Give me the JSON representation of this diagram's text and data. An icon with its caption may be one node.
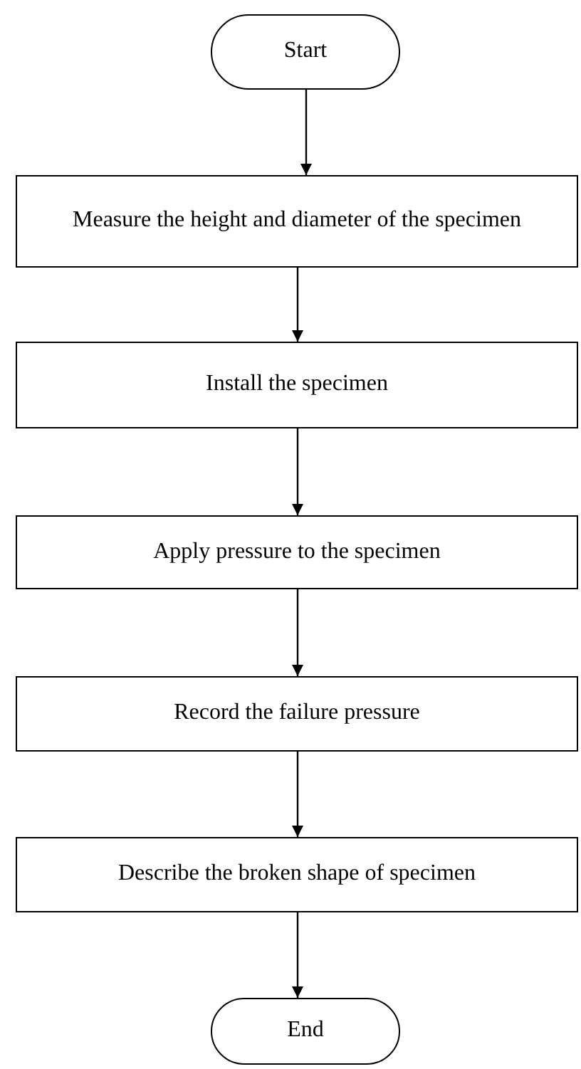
{
  "diagram": {
    "nodes": [
      {
        "text": [
          "Start"
        ]
      },
      {
        "text": [
          "Measure the height and diameter of the specimen"
        ]
      },
      {
        "text": [
          "Install the specimen"
        ]
      },
      {
        "text": [
          "Apply pressure to the specimen"
        ]
      },
      {
        "text": [
          "Record the failure pressure"
        ]
      },
      {
        "text": [
          "Describe the broken shape of specimen"
        ]
      },
      {
        "text": [
          "End"
        ]
      }
    ],
    "edges": [
      {
        "from": 0,
        "to": 1,
        "arrow": "to"
      },
      {
        "from": 1,
        "to": 2,
        "arrow": "to"
      },
      {
        "from": 2,
        "to": 3,
        "arrow": "to"
      },
      {
        "from": 3,
        "to": 4,
        "arrow": "to"
      },
      {
        "from": 4,
        "to": 5,
        "arrow": "to"
      },
      {
        "from": 5,
        "to": 6,
        "arrow": "to"
      }
    ]
  }
}
